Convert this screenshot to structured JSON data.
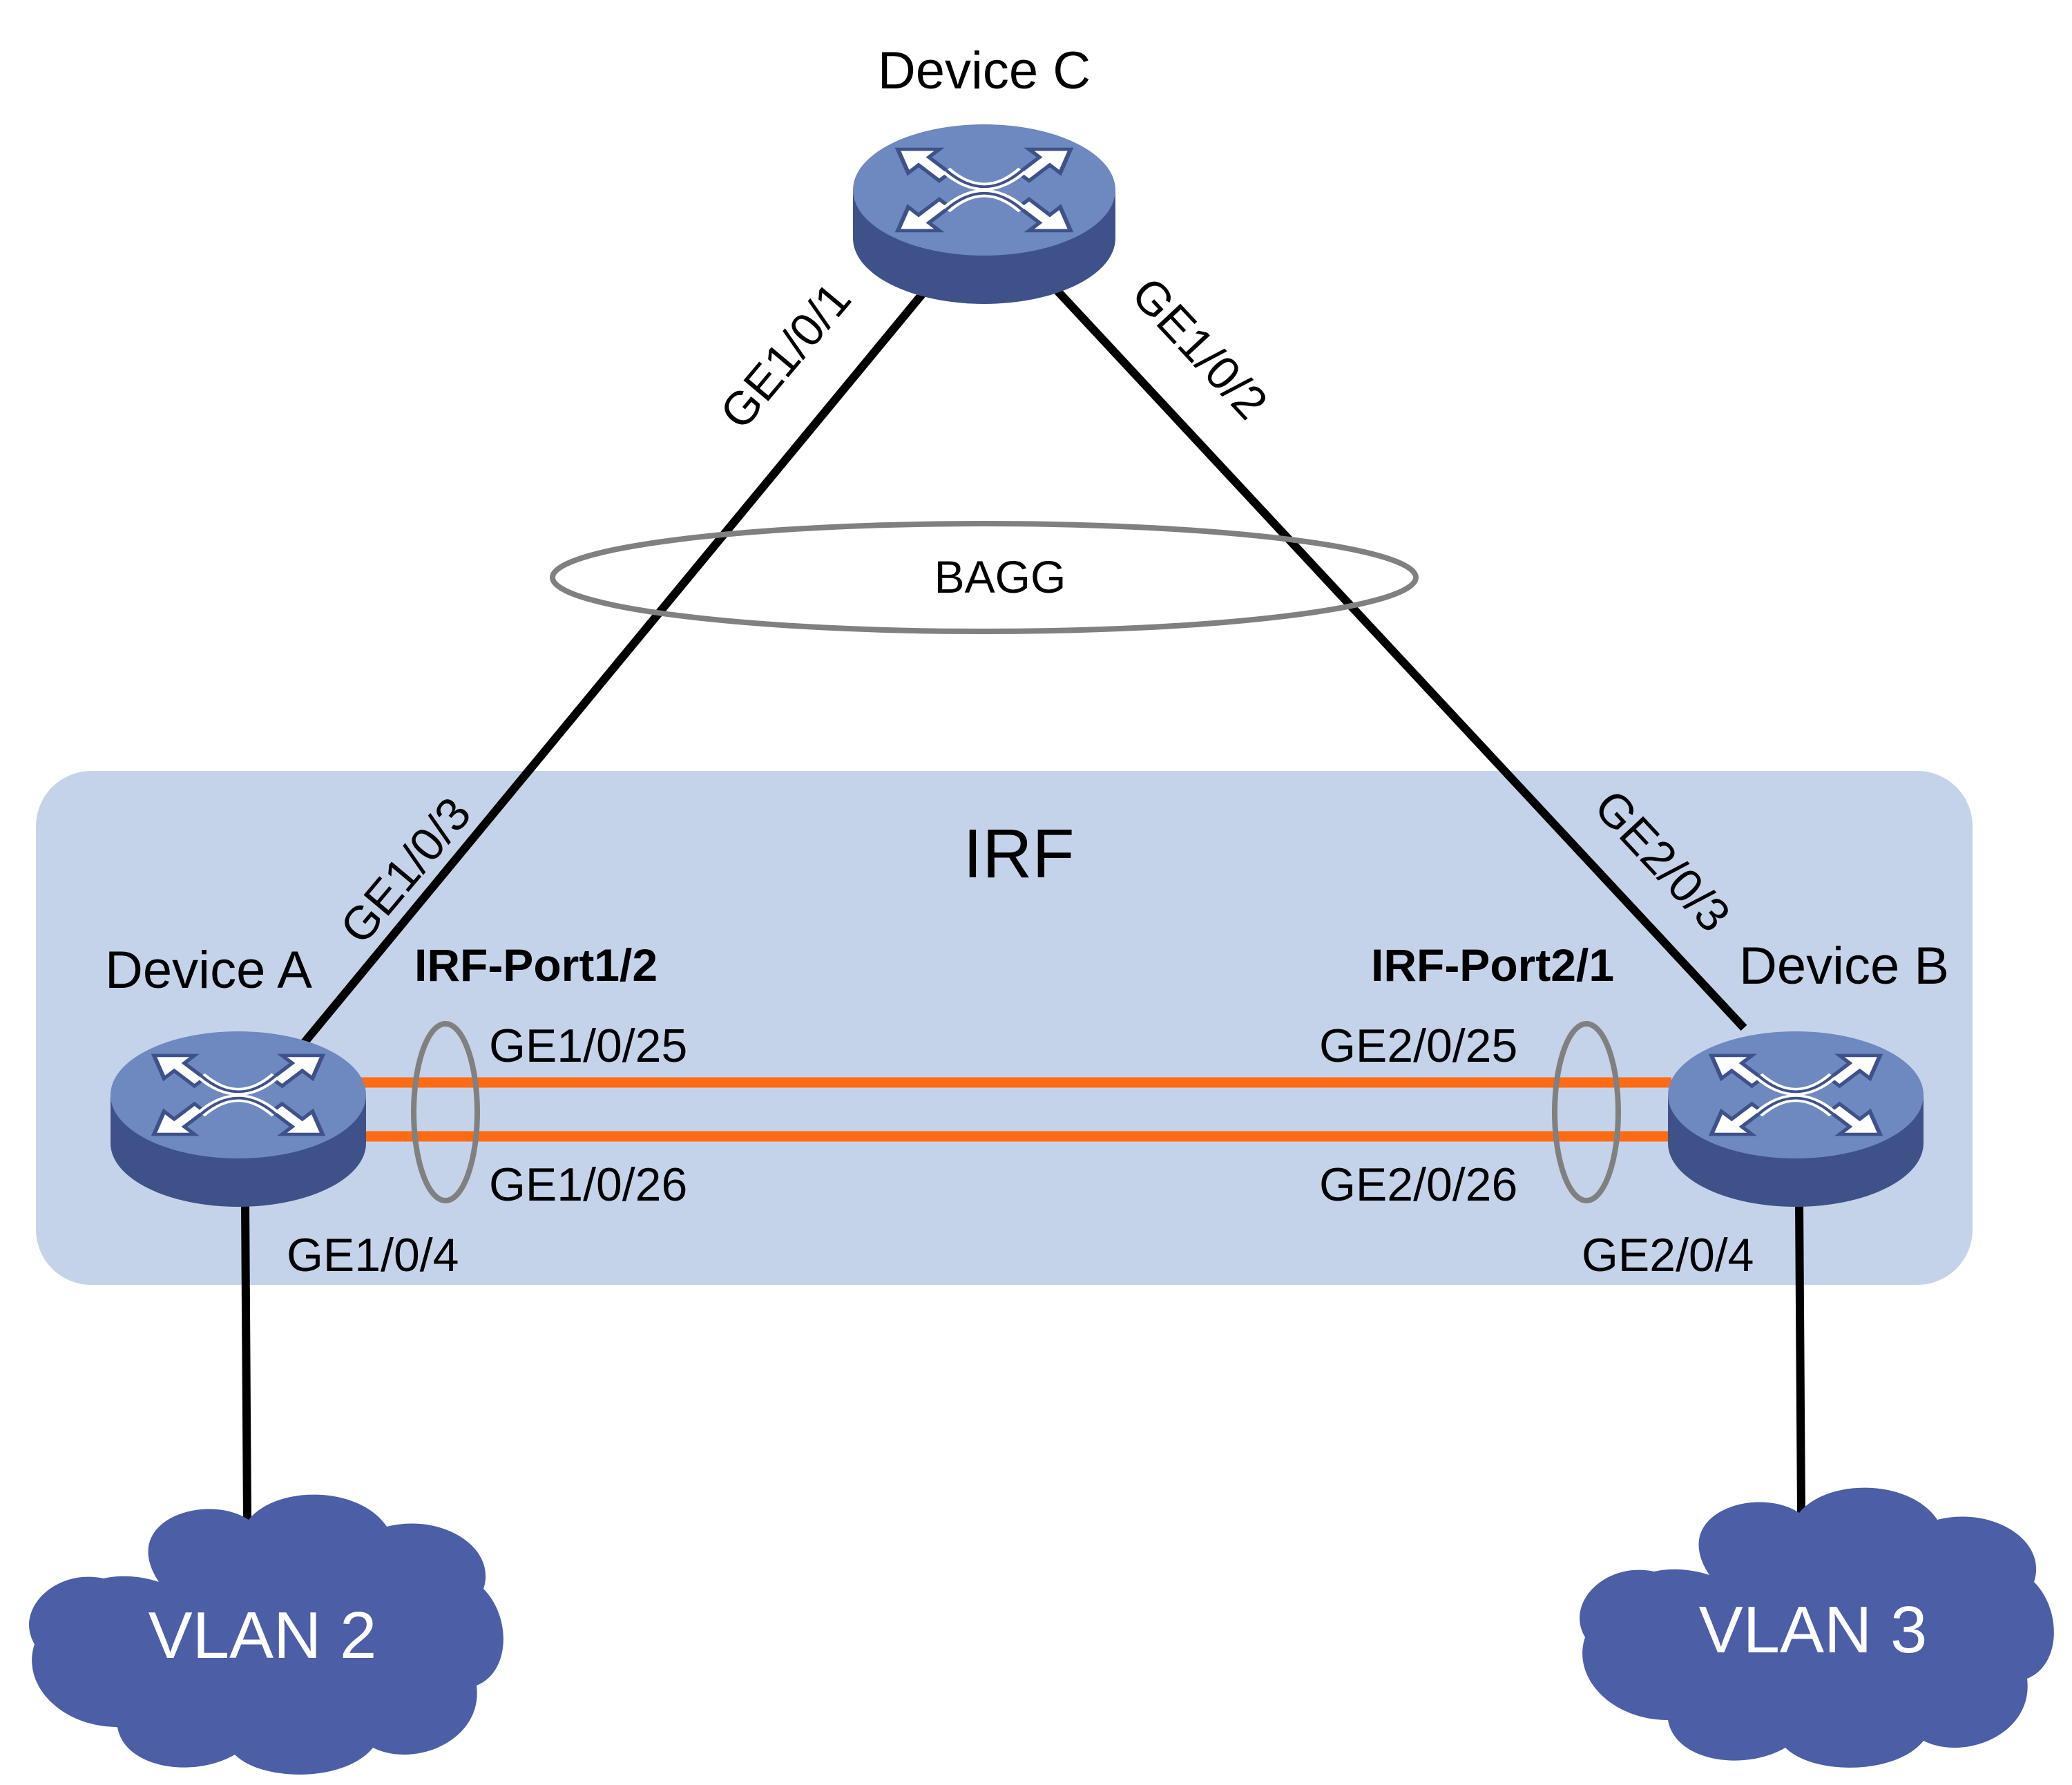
{
  "devices": {
    "c": {
      "name": "Device C"
    },
    "a": {
      "name": "Device A"
    },
    "b": {
      "name": "Device B"
    }
  },
  "irf": {
    "label": "IRF"
  },
  "bagg": {
    "label": "BAGG"
  },
  "ports": {
    "c_left": "GE1/0/1",
    "c_right": "GE1/0/2",
    "a_up": "GE1/0/3",
    "b_up": "GE2/0/3",
    "a_irf_1": "GE1/0/25",
    "a_irf_2": "GE1/0/26",
    "b_irf_1": "GE2/0/25",
    "b_irf_2": "GE2/0/26",
    "a_down": "GE1/0/4",
    "b_down": "GE2/0/4"
  },
  "irf_ports": {
    "a": "IRF-Port1/2",
    "b": "IRF-Port2/1"
  },
  "clouds": {
    "left": "VLAN 2",
    "right": "VLAN 3"
  },
  "colors": {
    "irf_background": "#c5d3ea",
    "irf_link": "#ff6a13",
    "device_top": "#6e89c0",
    "device_side": "#3f5189",
    "cloud": "#4c5ea6",
    "aggregation_ring": "#808080",
    "link": "#000000"
  },
  "icons": [
    "switch-icon",
    "cloud-icon"
  ]
}
